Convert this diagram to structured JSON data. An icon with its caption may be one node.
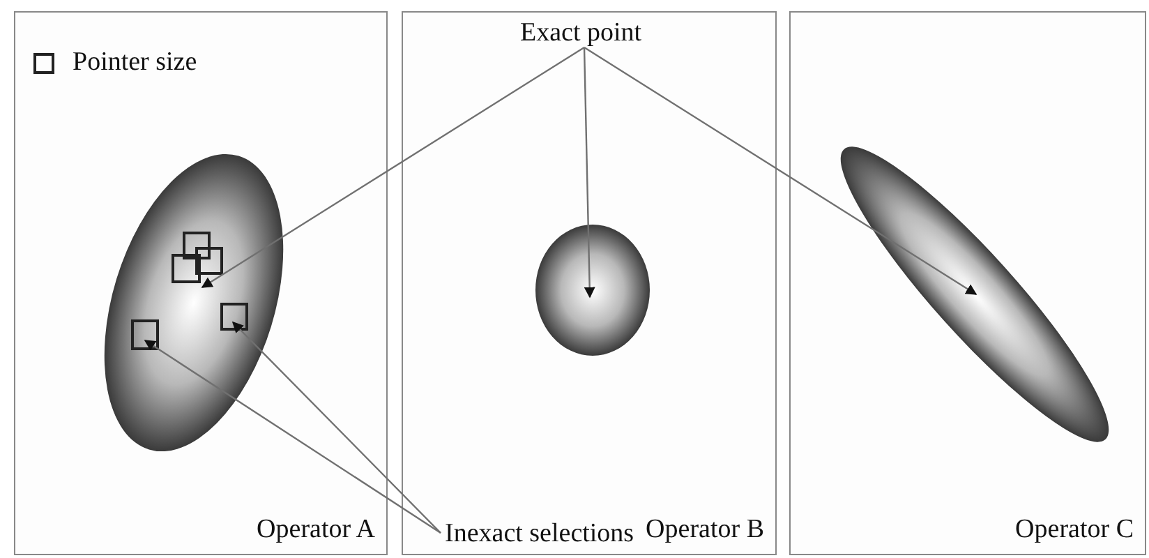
{
  "diagram": {
    "nodes": [
      {
        "text": [
          "Operator A"
        ]
      },
      {
        "text": [
          "Operator B"
        ]
      },
      {
        "text": [
          "Operator C"
        ]
      },
      {
        "text": [
          "Exact point"
        ],
        "in": 1
      },
      {
        "text": [
          "Inexact selections"
        ],
        "in": 1
      },
      {
        "text": [],
        "shape": "ellipse",
        "in": 0
      },
      {
        "text": [],
        "shape": "ellipse",
        "in": 1
      },
      {
        "text": [],
        "shape": "ellipse",
        "in": 2
      },
      {
        "text": [],
        "shape": "box",
        "in": 5
      },
      {
        "text": [],
        "shape": "box",
        "in": 5
      },
      {
        "text": [],
        "shape": "box",
        "in": 5
      },
      {
        "text": [],
        "shape": "box",
        "in": 5
      },
      {
        "text": [],
        "shape": "box",
        "in": 5
      }
    ],
    "edges": [
      {
        "from": 3,
        "to": 5,
        "arrow": "to"
      },
      {
        "from": 3,
        "to": 6,
        "arrow": "to"
      },
      {
        "from": 3,
        "to": 7,
        "arrow": "to"
      },
      {
        "from": 4,
        "to": 11,
        "arrow": "to"
      },
      {
        "from": 4,
        "to": 12,
        "arrow": "to"
      }
    ],
    "legend": [
      {
        "text": "Pointer size"
      }
    ]
  }
}
